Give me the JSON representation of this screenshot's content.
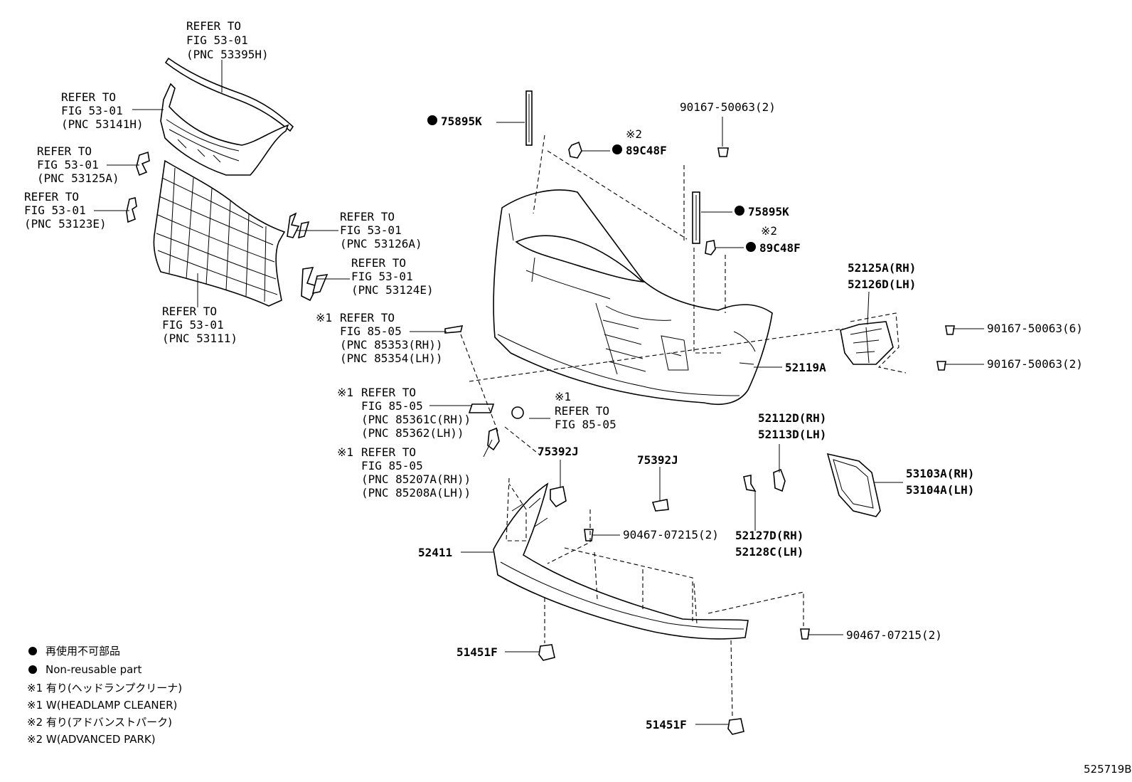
{
  "refs": {
    "r53395H": [
      "REFER TO",
      "FIG 53-01",
      "(PNC 53395H)"
    ],
    "r53141H": [
      "REFER TO",
      "FIG 53-01",
      "(PNC 53141H)"
    ],
    "r53125A": [
      "REFER TO",
      "FIG 53-01",
      "(PNC 53125A)"
    ],
    "r53123E": [
      "REFER TO",
      "FIG 53-01",
      "(PNC 53123E)"
    ],
    "r53126A": [
      "REFER TO",
      "FIG 53-01",
      "(PNC 53126A)"
    ],
    "r53124E": [
      "REFER TO",
      "FIG 53-01",
      "(PNC 53124E)"
    ],
    "r53111": [
      "REFER TO",
      "FIG 53-01",
      "(PNC 53111)"
    ],
    "r85353": [
      "REFER TO",
      "FIG 85-05",
      "(PNC 85353(RH))",
      "(PNC 85354(LH))"
    ],
    "r85361": [
      "REFER TO",
      "FIG 85-05",
      "(PNC 85361C(RH))",
      "(PNC 85362(LH))"
    ],
    "r85207": [
      "REFER TO",
      "FIG 85-05",
      "(PNC 85207A(RH))",
      "(PNC 85208A(LH))"
    ],
    "r8505": [
      "REFER TO",
      "FIG 85-05"
    ]
  },
  "marks": {
    "note1": "※1",
    "note2": "※2"
  },
  "parts": {
    "p75895K_a": "75895K",
    "p75895K_b": "75895K",
    "p89C48F_a": "89C48F",
    "p89C48F_b": "89C48F",
    "p90167_2a": "90167-50063(2)",
    "p90167_6": "90167-50063(6)",
    "p90167_2b": "90167-50063(2)",
    "p52125A": [
      "52125A(RH)",
      "52126D(LH)"
    ],
    "p52119A": "52119A",
    "p52112D": [
      "52112D(RH)",
      "52113D(LH)"
    ],
    "p53103A": [
      "53103A(RH)",
      "53104A(LH)"
    ],
    "p52127D": [
      "52127D(RH)",
      "52128C(LH)"
    ],
    "p75392J_a": "75392J",
    "p75392J_b": "75392J",
    "p90467_a": "90467-07215(2)",
    "p90467_b": "90467-07215(2)",
    "p52411": "52411",
    "p51451F_a": "51451F",
    "p51451F_b": "51451F"
  },
  "legend": [
    "再使用不可部品",
    "Non-reusable part",
    "※1 有り(ヘッドランプクリーナ)",
    "※1 W(HEADLAMP CLEANER)",
    "※2 有り(アドバンストパーク)",
    "※2 W(ADVANCED PARK)"
  ],
  "figure_id": "525719B"
}
